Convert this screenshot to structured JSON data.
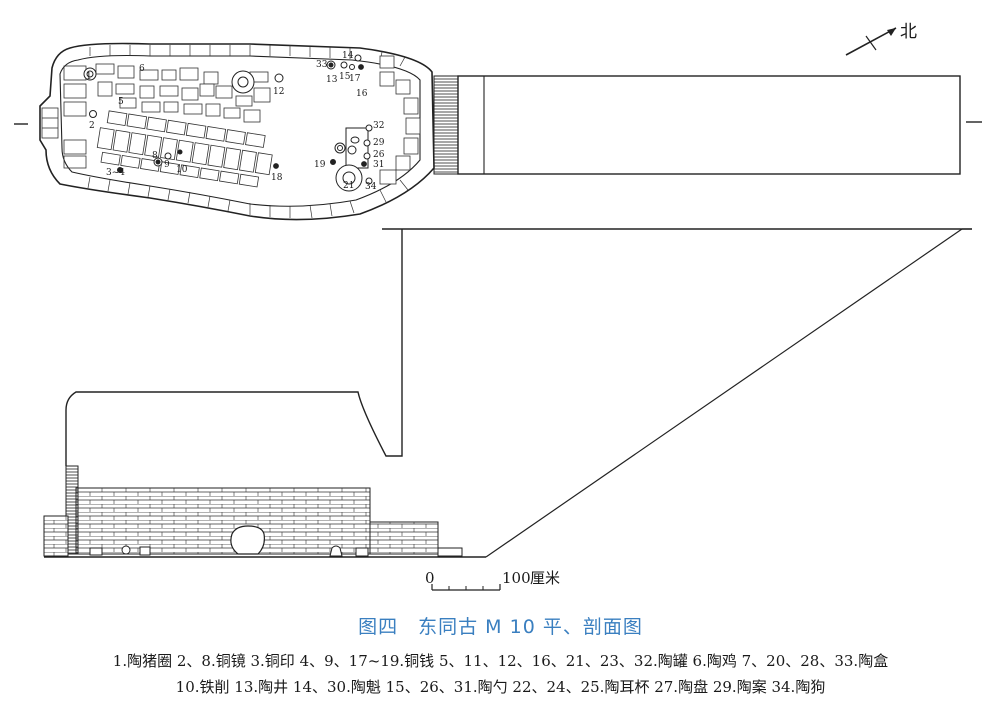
{
  "north_label": "北",
  "scale_bar": {
    "start": "0",
    "end": "100",
    "unit": "厘米"
  },
  "item_numbers": [
    "1",
    "2",
    "3~4",
    "5",
    "6",
    "8",
    "9",
    "10",
    "12",
    "13",
    "14",
    "15",
    "16",
    "17",
    "18",
    "19",
    "21",
    "26",
    "29",
    "31",
    "32",
    "33",
    "34"
  ],
  "caption": {
    "title": "图四　东同古 M 10 平、剖面图",
    "legend_line_1": "1.陶猪圈 2、8.铜镜 3.铜印 4、9、17~19.铜钱 5、11、12、16、21、23、32.陶罐 6.陶鸡 7、20、28、33.陶盒",
    "legend_line_2": "10.铁削 13.陶井 14、30.陶魁 15、26、31.陶勺 22、24、25.陶耳杯 27.陶盘 29.陶案 34.陶狗"
  }
}
